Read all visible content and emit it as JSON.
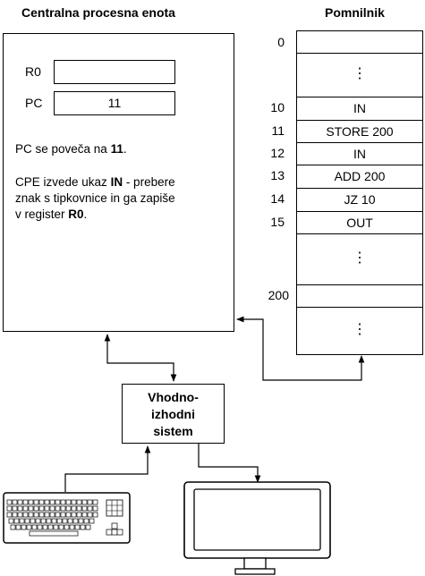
{
  "cpu": {
    "title": "Centralna procesna enota",
    "registers": [
      {
        "name": "R0",
        "value": ""
      },
      {
        "name": "PC",
        "value": "11"
      }
    ],
    "description": {
      "line1_pre": "PC se poveča na ",
      "line1_bold": "11",
      "line1_post": ".",
      "line2_pre": "CPE izvede ukaz ",
      "line2_bold": "IN",
      "line2_post": " - prebere",
      "line3": "znak s tipkovnice in ga zapiše",
      "line4_pre": "v register ",
      "line4_bold": "R0",
      "line4_post": "."
    }
  },
  "memory": {
    "title": "Pomnilnik",
    "cells": [
      {
        "address": "0",
        "content": ""
      },
      {
        "address": "",
        "content": "⋮"
      },
      {
        "address": "10",
        "content": "IN"
      },
      {
        "address": "11",
        "content": "STORE 200"
      },
      {
        "address": "12",
        "content": "IN"
      },
      {
        "address": "13",
        "content": "ADD 200"
      },
      {
        "address": "14",
        "content": "JZ 10"
      },
      {
        "address": "15",
        "content": "OUT"
      },
      {
        "address": "",
        "content": "⋮"
      },
      {
        "address": "200",
        "content": ""
      },
      {
        "address": "",
        "content": "⋮"
      }
    ]
  },
  "io": {
    "lines": [
      "Vhodno-",
      "izhodni",
      "sistem"
    ]
  },
  "devices": {
    "keyboard": "keyboard-icon",
    "monitor": "monitor-icon"
  }
}
